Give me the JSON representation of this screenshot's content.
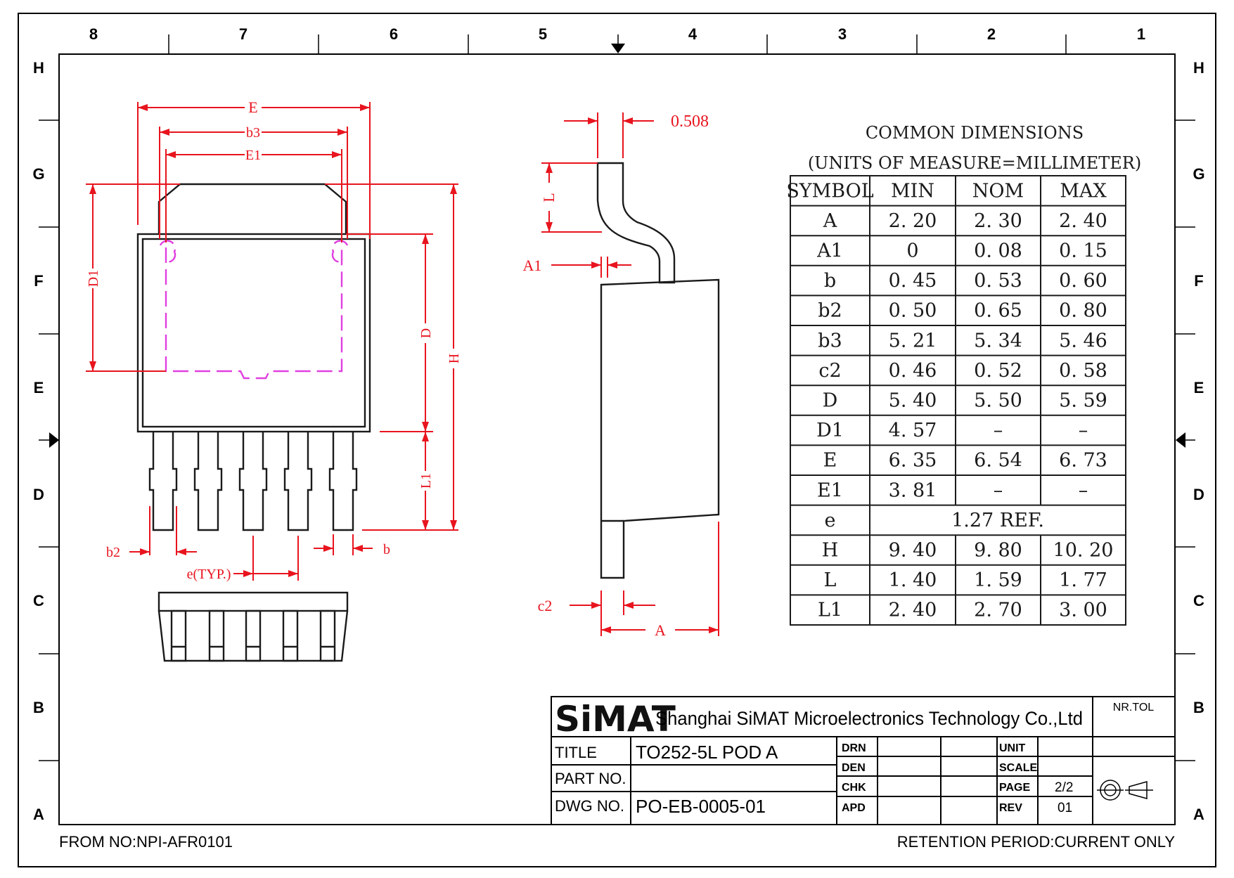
{
  "frame": {
    "columns": [
      "8",
      "7",
      "6",
      "5",
      "4",
      "3",
      "2",
      "1"
    ],
    "rows": [
      "H",
      "G",
      "F",
      "E",
      "D",
      "C",
      "B",
      "A"
    ]
  },
  "top_view": {
    "labels": {
      "E": "E",
      "b3": "b3",
      "E1": "E1",
      "D1": "D1",
      "D": "D",
      "H": "H",
      "L1": "L1",
      "b2": "b2",
      "b": "b",
      "e": "e(TYP.)"
    }
  },
  "side_view": {
    "labels": {
      "dim_0508": "0.508",
      "L": "L",
      "A1": "A1",
      "c2": "c2",
      "A": "A"
    }
  },
  "table": {
    "title": "COMMON DIMENSIONS",
    "subtitle": "(UNITS OF MEASURE=MILLIMETER)",
    "headers": [
      "SYMBOL",
      "MIN",
      "NOM",
      "MAX"
    ],
    "rows": [
      [
        "A",
        "2.20",
        "2.30",
        "2.40"
      ],
      [
        "A1",
        "0",
        "0.08",
        "0.15"
      ],
      [
        "b",
        "0.45",
        "0.53",
        "0.60"
      ],
      [
        "b2",
        "0.50",
        "0.65",
        "0.80"
      ],
      [
        "b3",
        "5.21",
        "5.34",
        "5.46"
      ],
      [
        "c2",
        "0.46",
        "0.52",
        "0.58"
      ],
      [
        "D",
        "5.40",
        "5.50",
        "5.59"
      ],
      [
        "D1",
        "4.57",
        "–",
        "–"
      ],
      [
        "E",
        "6.35",
        "6.54",
        "6.73"
      ],
      [
        "E1",
        "3.81",
        "–",
        "–"
      ],
      [
        "e",
        "1.27 REF.",
        "",
        ""
      ],
      [
        "H",
        "9.40",
        "9.80",
        "10.20"
      ],
      [
        "L",
        "1.40",
        "1.59",
        "1.77"
      ],
      [
        "L1",
        "2.40",
        "2.70",
        "3.00"
      ]
    ]
  },
  "title_block": {
    "logo": "SiMAT",
    "company": "Shanghai SiMAT Microelectronics Technology Co.,Ltd",
    "nr_tol": "NR.TOL",
    "title_label": "TITLE",
    "title_value": "TO252-5L POD A",
    "part_label": "PART NO.",
    "part_value": "",
    "dwg_label": "DWG NO.",
    "dwg_value": "PO-EB-0005-01",
    "drn": "DRN",
    "den": "DEN",
    "chk": "CHK",
    "apd": "APD",
    "unit": "UNIT",
    "scale": "SCALE",
    "page": "PAGE",
    "page_value": "2/2",
    "rev": "REV",
    "rev_value": "01"
  },
  "footer": {
    "left": "FROM NO:NPI-AFR0101",
    "right": "RETENTION PERIOD:CURRENT ONLY"
  }
}
